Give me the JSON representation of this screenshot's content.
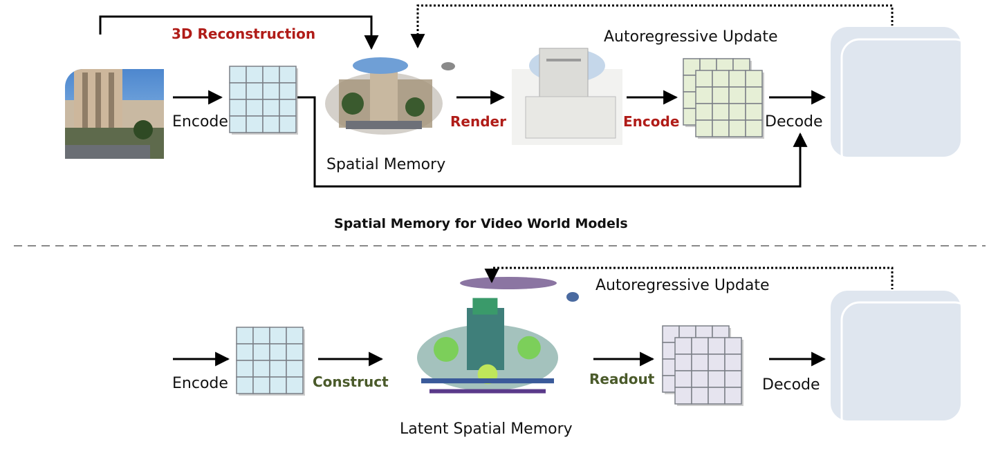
{
  "top": {
    "recon_label": "3D Reconstruction",
    "autoreg_label": "Autoregressive Update",
    "encode_label": "Encode",
    "render_label": "Render",
    "encode2_label": "Encode",
    "decode_label": "Decode",
    "memory_label": "Spatial Memory"
  },
  "caption": "Spatial Memory for Video World Models",
  "bottom": {
    "autoreg_label": "Autoregressive Update",
    "encode_label": "Encode",
    "construct_label": "Construct",
    "readout_label": "Readout",
    "decode_label": "Decode",
    "memory_label": "Latent Spatial Memory"
  },
  "colors": {
    "red_accent": "#b01c18",
    "green_accent": "#4a5a2a",
    "grid_blue": "#d6ecf3",
    "grid_green": "#e6efd6",
    "grid_purple": "#e6e4ef"
  }
}
